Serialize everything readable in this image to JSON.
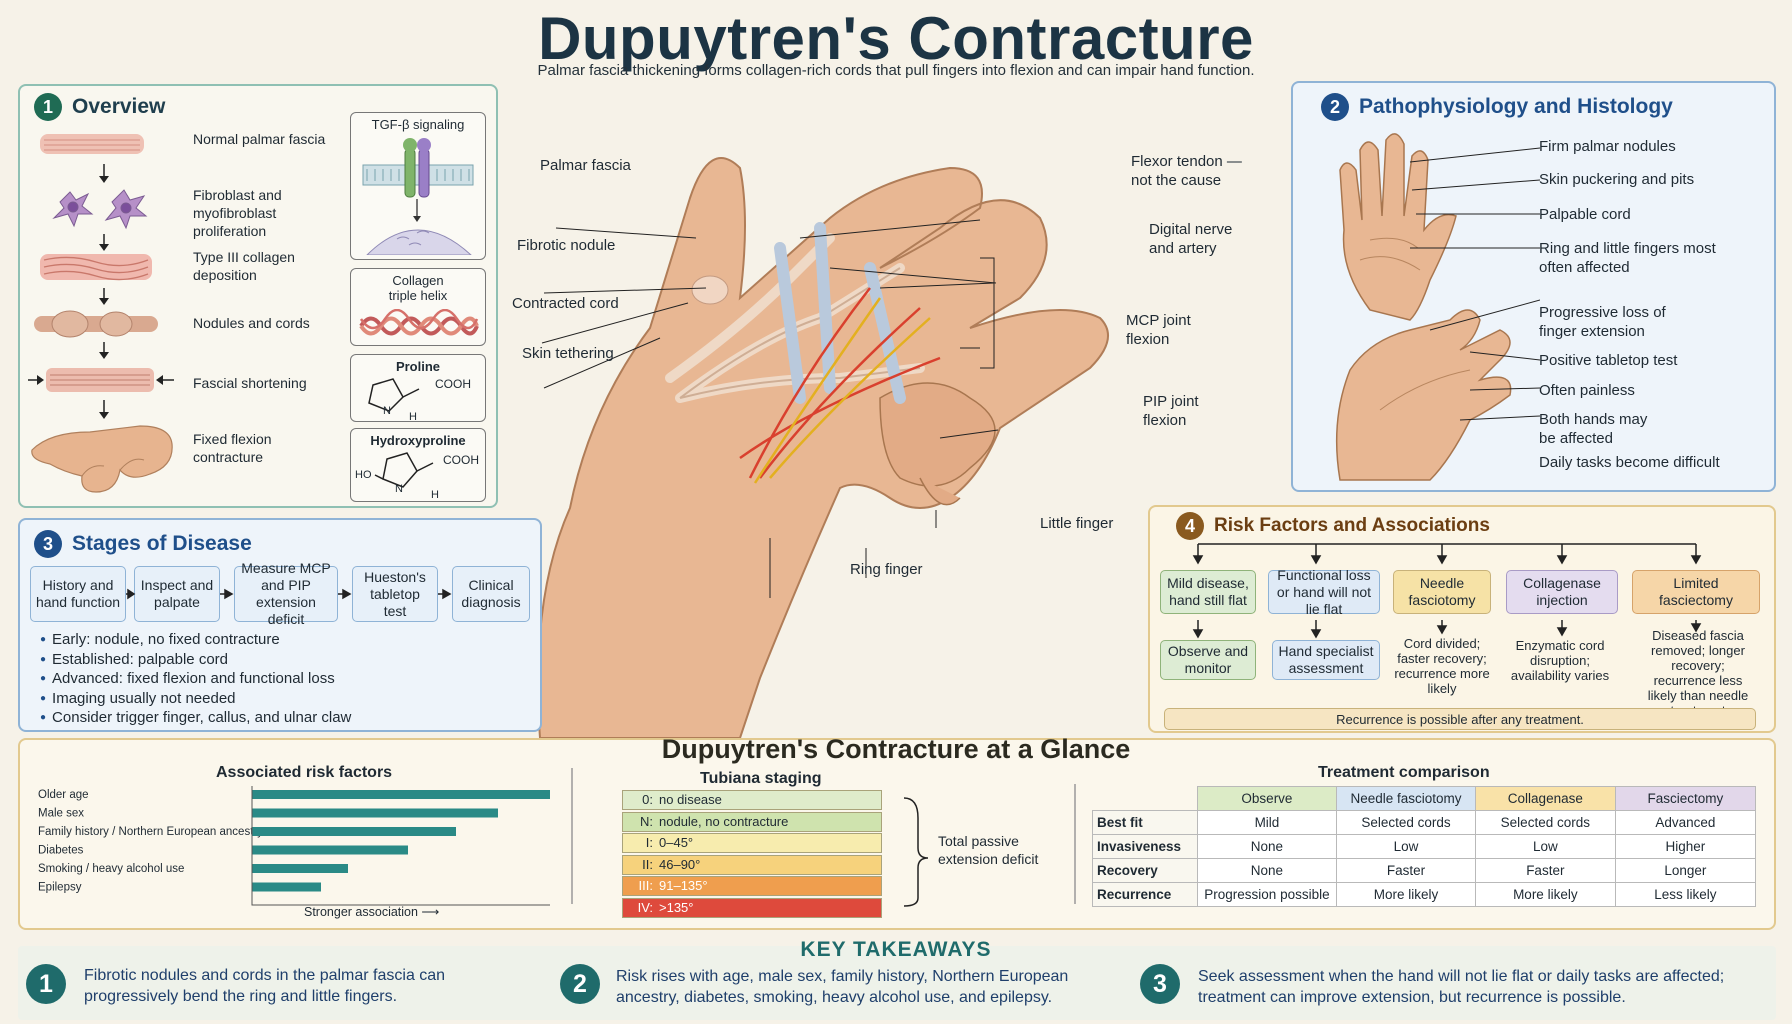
{
  "title": "Dupuytren's Contracture",
  "subtitle": "Palmar fascia thickening forms collagen-rich cords that pull fingers into flexion and can impair hand function.",
  "overview": {
    "number": "1",
    "heading": "Overview",
    "steps": [
      "Normal palmar fascia",
      "Fibroblast and myofibroblast proliferation",
      "Type III collagen deposition",
      "Nodules and cords",
      "Fascial shortening",
      "Fixed flexion contracture"
    ],
    "minis": {
      "tgf": "TGF-β signaling",
      "collagen": "Collagen triple helix",
      "proline": "Proline",
      "hydroxyproline": "Hydroxyproline",
      "cooh": "COOH",
      "n": "N",
      "h": "H",
      "ho": "HO"
    }
  },
  "center_labels": {
    "palmar_fascia": "Palmar fascia",
    "fibrotic_nodule": "Fibrotic nodule",
    "contracted_cord": "Contracted cord",
    "skin_tethering": "Skin tethering",
    "flexor_tendon": "Flexor tendon — not the cause",
    "digital_nerve": "Digital nerve and artery",
    "mcp_joint": "MCP joint flexion",
    "pip_joint": "PIP joint flexion",
    "little_finger": "Little finger",
    "ring_finger": "Ring finger"
  },
  "patho": {
    "number": "2",
    "heading": "Pathophysiology and Histology",
    "labels": [
      "Firm palmar nodules",
      "Skin puckering and pits",
      "Palpable cord",
      "Ring and little fingers most often affected",
      "Progressive loss of finger extension",
      "Positive tabletop test",
      "Often painless",
      "Both hands may be affected",
      "Daily tasks become difficult"
    ]
  },
  "stages": {
    "number": "3",
    "heading": "Stages of Disease",
    "flow": [
      "History and hand function",
      "Inspect and palpate",
      "Measure MCP and PIP extension deficit",
      "Hueston's tabletop test",
      "Clinical diagnosis"
    ],
    "bullets": [
      "Early: nodule, no fixed contracture",
      "Established: palpable cord",
      "Advanced: fixed flexion and functional loss",
      "Imaging usually not needed",
      "Consider trigger finger, callus, and ulnar claw"
    ]
  },
  "risk": {
    "number": "4",
    "heading": "Risk Factors and Associations",
    "top": [
      "Mild disease, hand still flat",
      "Functional loss or hand will not lie flat",
      "Needle fasciotomy",
      "Collagenase injection",
      "Limited fasciectomy"
    ],
    "bottom_boxes": [
      "Observe and monitor",
      "Hand specialist assessment"
    ],
    "notes": [
      "Cord divided; faster recovery; recurrence more likely",
      "Enzymatic cord disruption; availability varies",
      "Diseased fascia removed; longer recovery; recurrence less likely than needle treatment"
    ],
    "footer": "Recurrence is possible after any treatment."
  },
  "glance": {
    "title": "Dupuytren's Contracture at a Glance",
    "risk_chart": {
      "title": "Associated risk factors",
      "xlabel": "Stronger association ⟶"
    },
    "tubiana": {
      "title": "Tubiana staging",
      "rows": [
        {
          "code": "0:",
          "text": "no disease",
          "color": "#dfeccb"
        },
        {
          "code": "N:",
          "text": "nodule, no contracture",
          "color": "#cfe3ae"
        },
        {
          "code": "I:",
          "text": "0–45°",
          "color": "#f7ecae"
        },
        {
          "code": "II:",
          "text": "46–90°",
          "color": "#f6d27c"
        },
        {
          "code": "III:",
          "text": "91–135°",
          "color": "#ef9e4e"
        },
        {
          "code": "IV:",
          "text": ">135°",
          "color": "#de4a3c"
        }
      ],
      "note": "Total passive extension deficit"
    },
    "treatment": {
      "title": "Treatment comparison",
      "columns": [
        "Observe",
        "Needle fasciotomy",
        "Collagenase",
        "Fasciectomy"
      ],
      "column_colors": [
        "#dcebc6",
        "#d7e5f3",
        "#f9e2a8",
        "#e2d7ea"
      ],
      "rows": [
        {
          "label": "Best fit",
          "cells": [
            "Mild",
            "Selected cords",
            "Selected cords",
            "Advanced"
          ]
        },
        {
          "label": "Invasiveness",
          "cells": [
            "None",
            "Low",
            "Low",
            "Higher"
          ]
        },
        {
          "label": "Recovery",
          "cells": [
            "None",
            "Faster",
            "Faster",
            "Longer"
          ]
        },
        {
          "label": "Recurrence",
          "cells": [
            "Progression possible",
            "More likely",
            "More likely",
            "Less likely"
          ]
        }
      ]
    }
  },
  "chart_data": {
    "type": "bar",
    "orientation": "horizontal",
    "title": "Associated risk factors",
    "xlabel": "Stronger association ⟶",
    "categories": [
      "Older age",
      "Male sex",
      "Family history / Northern European ancestry",
      "Diabetes",
      "Smoking / heavy alcohol use",
      "Epilepsy"
    ],
    "values": [
      100,
      82,
      68,
      52,
      32,
      23
    ],
    "color": "#2a8a86"
  },
  "takeaways": {
    "title": "KEY TAKEAWAYS",
    "items": [
      {
        "num": "1",
        "text": "Fibrotic nodules and cords in the palmar fascia can progressively bend the ring and little fingers."
      },
      {
        "num": "2",
        "text": "Risk rises with age, male sex, family history, Northern European ancestry, diabetes, smoking, heavy alcohol use, and epilepsy."
      },
      {
        "num": "3",
        "text": "Seek assessment when the hand will not lie flat or daily tasks are affected; treatment can improve extension, but recurrence is possible."
      }
    ]
  }
}
